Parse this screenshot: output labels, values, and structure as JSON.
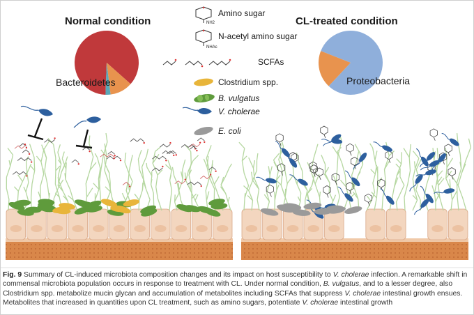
{
  "panels": {
    "left_title": "Normal condition",
    "right_title": "CL-treated condition"
  },
  "pies": {
    "left": {
      "label": "Bacteroidetes",
      "slices": [
        {
          "value": 0.86,
          "color": "#c0393b"
        },
        {
          "value": 0.115,
          "color": "#e8934e"
        },
        {
          "value": 0.025,
          "color": "#5aa8b8"
        }
      ]
    },
    "right": {
      "label": "Proteobacteria",
      "slices": [
        {
          "value": 0.81,
          "color": "#8fafdb"
        },
        {
          "value": 0.19,
          "color": "#e8934e"
        }
      ]
    }
  },
  "legend": {
    "amino_sugar": "Amino sugar",
    "amino_sugar_sub": "NH2",
    "n_acetyl": "N-acetyl amino sugar",
    "n_acetyl_sub": "NHAc",
    "scfas": "SCFAs",
    "clostridium": "Clostridium spp.",
    "b_vulgatus": "B. vulgatus",
    "v_cholerae": "V. cholerae",
    "e_coli": "E. coli"
  },
  "colors": {
    "clostridium": "#e8b53a",
    "b_vulgatus": "#5f9b3c",
    "v_cholerae": "#2d5f9e",
    "e_coli": "#9a9a9a",
    "villi": "#b5d7a0",
    "epithelium": "#f3d6bf",
    "submucosa": "#d9874a"
  },
  "caption": {
    "fig_label": "Fig. 9",
    "p1": " Summary of CL-induced microbiota composition changes and its impact on host susceptibility to ",
    "i1": "V. cholerae",
    "p2": " infection. A remarkable shift in commensal microbiota population occurs in response to treatment with CL. Under normal condition, ",
    "i2": "B. vulgatus",
    "p3": ", and to a lesser degree, also Clostridium spp. metabolize mucin glycan and accumulation of metabolites including SCFAs that suppress ",
    "i3": "V. cholerae",
    "p4": " intestinal growth ensues. Metabolites that increased in quantities upon CL treatment, such as amino sugars, potentiate ",
    "i4": "V. cholerae",
    "p5": " intestinal growth"
  }
}
